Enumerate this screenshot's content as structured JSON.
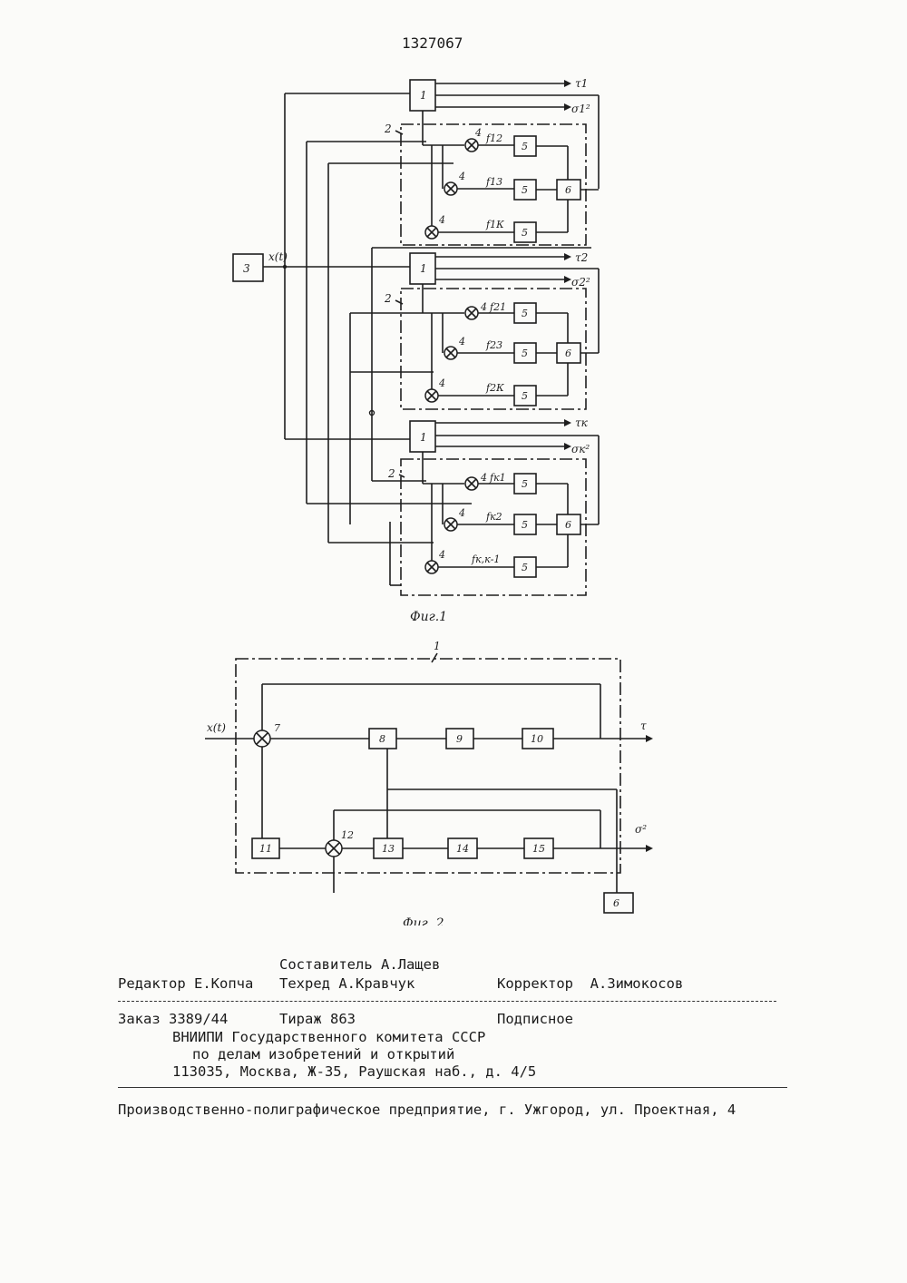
{
  "patent_number": "1327067",
  "figures": {
    "fig1": {
      "caption": "Фиг.1",
      "input_label": "x(t)",
      "source_block": "3",
      "channel_block": "1",
      "group_label": "2",
      "multiplier_label": "4",
      "filter_block": "5",
      "decision_block": "6",
      "outputs_tau": [
        "τ1",
        "τ2",
        "τк"
      ],
      "outputs_sigma": [
        "σ1²",
        "σ2²",
        "σк²"
      ],
      "signals": [
        [
          "f12",
          "f13",
          "f1К"
        ],
        [
          "f21",
          "f23",
          "f2К"
        ],
        [
          "fк1",
          "fк2",
          "fк,к-1"
        ]
      ]
    },
    "fig2": {
      "caption": "Фиг. 2",
      "outer_label": "1",
      "input_label": "x(t)",
      "output_tau": "τ",
      "output_sigma": "σ²",
      "adder_top": "7",
      "adder_bottom": "12",
      "blocks_top": [
        "8",
        "9",
        "10"
      ],
      "blocks_bottom": [
        "11",
        "13",
        "14",
        "15"
      ],
      "external_block": "6"
    }
  },
  "imprint": {
    "compiler": "Составитель А.Лащев",
    "editor": "Редактор Е.Копча",
    "techred": "Техред А.Кравчук",
    "corrector": "Корректор  А.Зимокосов",
    "order": "Заказ 3389/44",
    "circulation": "Тираж 863",
    "subscription": "Подписное",
    "org_line1": "ВНИИПИ Государственного комитета СССР",
    "org_line2": "по делам изобретений и открытий",
    "address": "113035, Москва, Ж-35, Раушская наб., д. 4/5",
    "printer": "Производственно-полиграфическое предприятие, г. Ужгород, ул. Проектная, 4"
  }
}
